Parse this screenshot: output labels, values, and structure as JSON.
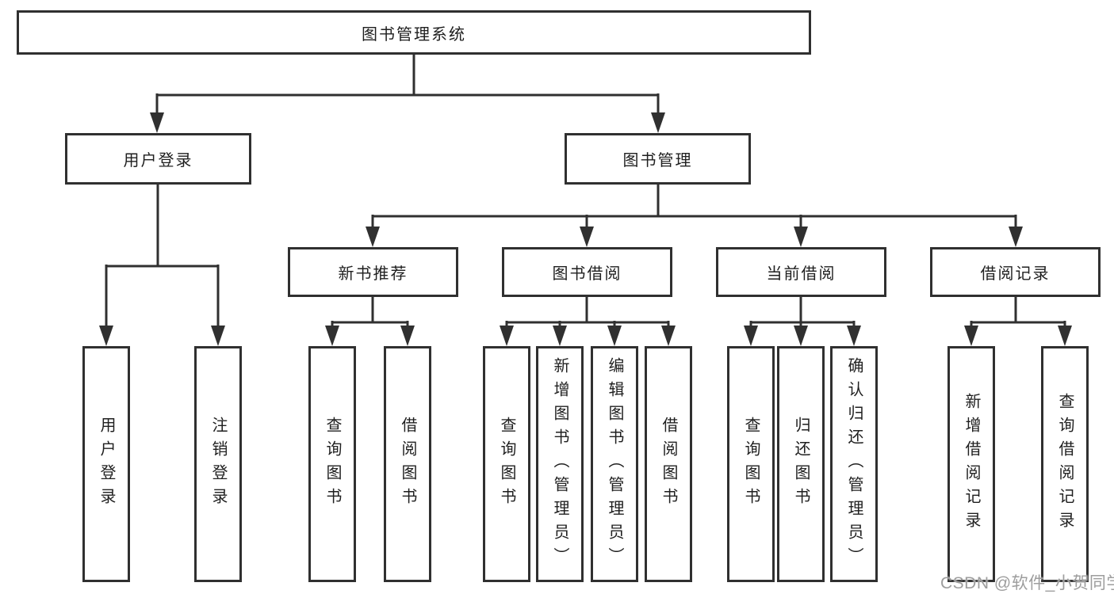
{
  "diagram": {
    "title": "图书管理系统",
    "root": {
      "label": "图书管理系统"
    },
    "level2": [
      {
        "label": "用户登录"
      },
      {
        "label": "图书管理"
      }
    ],
    "level3": [
      {
        "label": "新书推荐"
      },
      {
        "label": "图书借阅"
      },
      {
        "label": "当前借阅"
      },
      {
        "label": "借阅记录"
      }
    ],
    "leaves": [
      {
        "label": "用户登录",
        "parent": "用户登录"
      },
      {
        "label": "注销登录",
        "parent": "用户登录"
      },
      {
        "label": "查询图书",
        "parent": "新书推荐"
      },
      {
        "label": "借阅图书",
        "parent": "新书推荐"
      },
      {
        "label": "查询图书",
        "parent": "图书借阅"
      },
      {
        "label": "新增图书（管理员）",
        "parent": "图书借阅"
      },
      {
        "label": "编辑图书（管理员）",
        "parent": "图书借阅"
      },
      {
        "label": "借阅图书",
        "parent": "图书借阅"
      },
      {
        "label": "查询图书",
        "parent": "当前借阅"
      },
      {
        "label": "归还图书",
        "parent": "当前借阅"
      },
      {
        "label": "确认归还（管理员）",
        "parent": "当前借阅"
      },
      {
        "label": "新增借阅记录",
        "parent": "借阅记录"
      },
      {
        "label": "查询借阅记录",
        "parent": "借阅记录"
      }
    ]
  },
  "watermark": {
    "text": "CSDN @软件_小贺同学"
  },
  "colors": {
    "line": "#303030",
    "box_border": "#303030",
    "text": "#1f1f1f",
    "watermark": "#9d9d9d",
    "background": "#ffffff"
  }
}
